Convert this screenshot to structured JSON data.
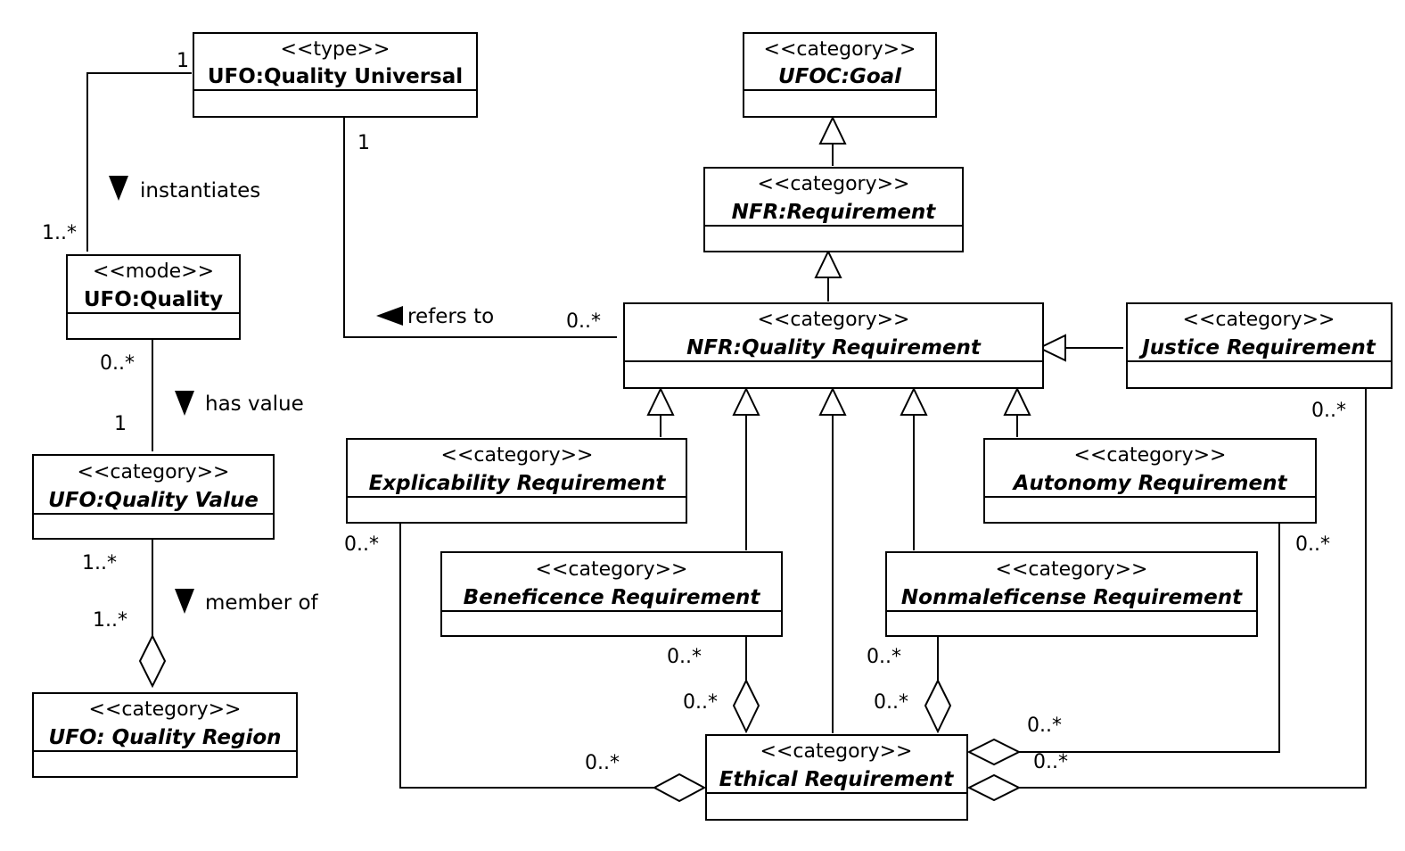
{
  "classes": {
    "quality_universal": {
      "stereotype": "<<type>>",
      "name": "UFO:Quality Universal",
      "fill": "#d4d0ef"
    },
    "quality": {
      "stereotype": "<<mode>>",
      "name": "UFO:Quality",
      "fill": "#7ec8e3"
    },
    "quality_value": {
      "stereotype": "<<category>>",
      "name": "UFO:Quality Value"
    },
    "quality_region": {
      "stereotype": "<<category>>",
      "name": "UFO: Quality Region"
    },
    "goal": {
      "stereotype": "<<category>>",
      "name": "UFOC:Goal"
    },
    "requirement": {
      "stereotype": "<<category>>",
      "name": "NFR:Requirement"
    },
    "quality_requirement": {
      "stereotype": "<<category>>",
      "name": "NFR:Quality Requirement"
    },
    "justice": {
      "stereotype": "<<category>>",
      "name": "Justice Requirement"
    },
    "explicability": {
      "stereotype": "<<category>>",
      "name": "Explicability Requirement"
    },
    "autonomy": {
      "stereotype": "<<category>>",
      "name": "Autonomy Requirement"
    },
    "beneficence": {
      "stereotype": "<<category>>",
      "name": "Beneficence Requirement"
    },
    "nonmaleficense": {
      "stereotype": "<<category>>",
      "name": "Nonmaleficense Requirement"
    },
    "ethical": {
      "stereotype": "<<category>>",
      "name": "Ethical Requirement"
    }
  },
  "associations": {
    "instantiates": {
      "label": "instantiates",
      "mult_universal": "1",
      "mult_quality": "1..*"
    },
    "refers_to": {
      "label": "refers to",
      "mult_universal": "1",
      "mult_requirement": "0..*"
    },
    "has_value": {
      "label": "has value",
      "mult_quality": "0..*",
      "mult_value": "1"
    },
    "member_of": {
      "label": "member of",
      "mult_value": "1..*",
      "mult_region": "1..*"
    },
    "explicability_ethical": {
      "mult_part": "0..*",
      "mult_whole": "0..*"
    },
    "beneficence_ethical": {
      "mult_part": "0..*",
      "mult_whole": "0..*"
    },
    "nonmaleficense_ethical": {
      "mult_part": "0..*",
      "mult_whole": "0..*"
    },
    "autonomy_ethical": {
      "mult_part": "0..*",
      "mult_whole": "0..*"
    },
    "justice_ethical": {
      "mult_part": "0..*",
      "mult_whole": "0..*"
    }
  }
}
